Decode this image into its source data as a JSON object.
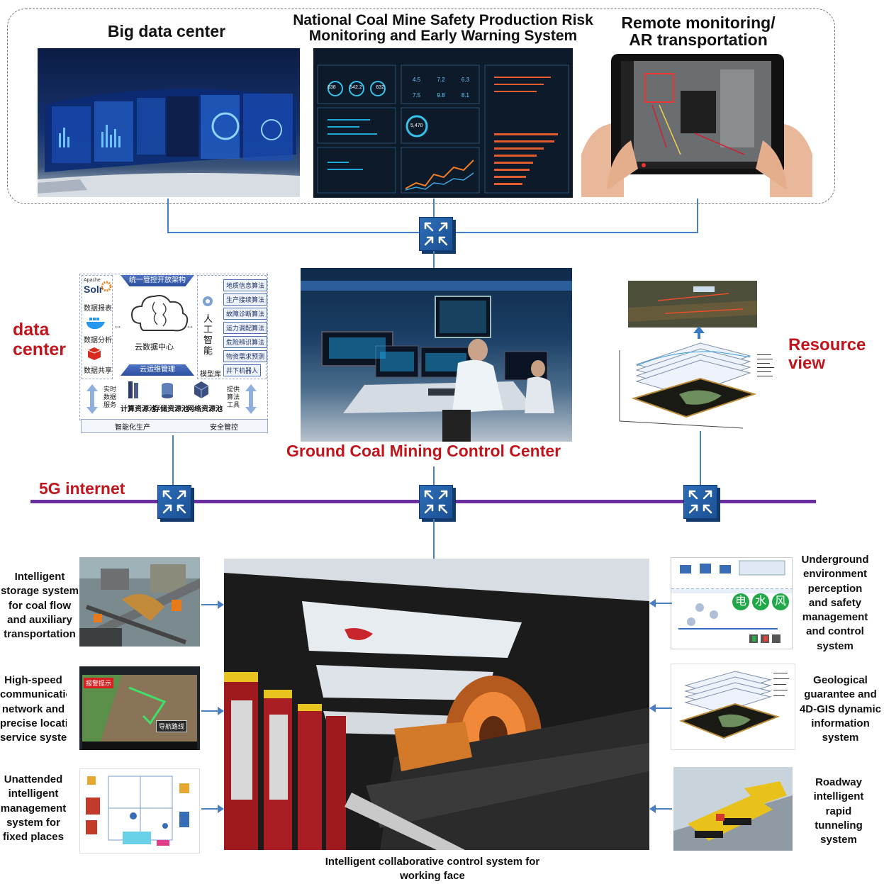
{
  "top": {
    "big_data_title": "Big data center",
    "risk_title_line1": "National Coal Mine Safety Production Risk",
    "risk_title_line2": "Monitoring and Early Warning System",
    "remote_title_line1": "Remote monitoring/",
    "remote_title_line2": "AR transportation",
    "dashboard_values": [
      "638",
      "542.2",
      "632",
      "4.5",
      "7.2",
      "6.3",
      "7.5",
      "9.8",
      "8.1",
      "5,470"
    ]
  },
  "middle": {
    "data_center_line1": "data",
    "data_center_line2": "center",
    "resource_line1": "Resource",
    "resource_line2": "view",
    "control_center": "Ground Coal Mining Control Center",
    "network": "5G internet"
  },
  "cloud_diagram": {
    "top_bar": "统一管控开放架构",
    "bottom_bar": "云运维管理",
    "cloud_label": "云数据中心",
    "solr": "Solr",
    "apache": "Apache",
    "left_items": [
      "数据报表",
      "数据分析",
      "数据共享"
    ],
    "right_algorithms": [
      "地质信息算法",
      "生产接续算法",
      "故障诊断算法",
      "运力调配算法",
      "危险辨识算法",
      "物资需求预测",
      "井下机器人"
    ],
    "ai_label": "人工智能",
    "model_lib": "模型库",
    "left_arrow_text": "实时数据服务",
    "right_arrow_text": "提供算法工具",
    "pools": [
      "计算资源池",
      "存储资源池",
      "网络资源池"
    ],
    "footer_left": "智能化生产",
    "footer_right": "安全管控"
  },
  "bottom": {
    "left_labels": [
      [
        "Intelligent",
        "storage system",
        "for coal flow",
        "and auxiliary",
        "transportation"
      ],
      [
        "High-speed",
        "communication",
        "network and",
        "precise location",
        "service system"
      ],
      [
        "Unattended",
        "intelligent",
        "management",
        "system for",
        "fixed places"
      ]
    ],
    "right_labels": [
      [
        "Underground",
        "environment",
        "perception",
        "and safety",
        "management",
        "and control",
        "system"
      ],
      [
        "Geological",
        "guarantee and",
        "4D-GIS dynamic",
        "information",
        "system"
      ],
      [
        "Roadway",
        "intelligent",
        "rapid",
        "tunneling",
        "system"
      ]
    ],
    "caption_line1": "Intelligent collaborative control system for",
    "caption_line2": "working face",
    "env_chars": [
      "电",
      "水",
      "风"
    ],
    "loc_tags": [
      "导航路线",
      "报警提示"
    ]
  },
  "colors": {
    "red_title": "#c0151c",
    "network_purple": "#6b2fa0",
    "switch_blue": "#2d6fb8",
    "connector_blue": "#4a7fc1"
  }
}
